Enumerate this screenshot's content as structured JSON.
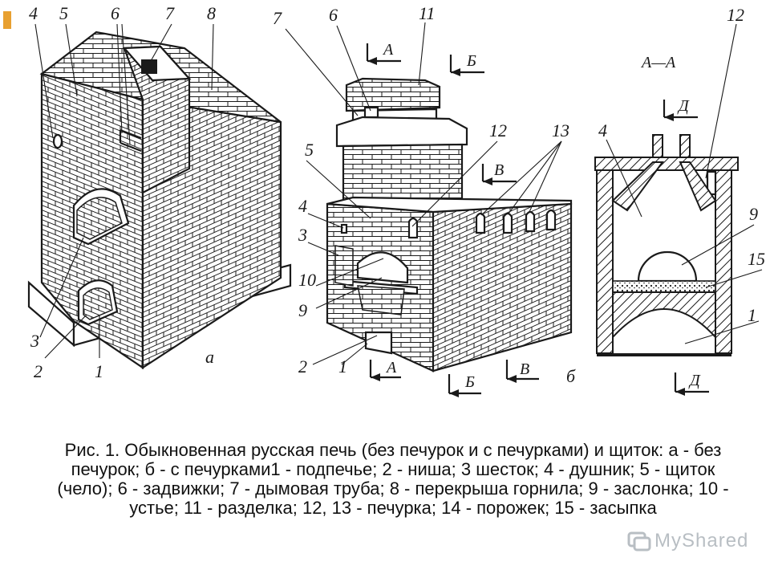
{
  "figure": {
    "caption": "Рис. 1. Обыкновенная русская печь (без печурок и с печурками) и щиток: а - без печурок; б - с печурками1 - подпечье; 2 - ниша; 3 шесток; 4 - душник; 5 - щиток (чело); 6 - задвижки; 7 - дымовая труба; 8 - перекрыша горнила; 9 - заслонка; 10 - устье; 11 - разделка; 12, 13 - печурка; 14 - порожек; 15 - засыпка",
    "panel_a": {
      "label": "а",
      "callouts": [
        "4",
        "5",
        "6",
        "7",
        "8",
        "3",
        "2",
        "1"
      ]
    },
    "panel_b": {
      "label": "б",
      "callouts": [
        "7",
        "6",
        "11",
        "5",
        "12",
        "13",
        "4",
        "3",
        "10",
        "9",
        "2",
        "1"
      ],
      "section_marks": [
        "А",
        "Б",
        "В",
        "А",
        "Б",
        "В"
      ]
    },
    "section_view": {
      "title": "А—А",
      "callouts": [
        "12",
        "4",
        "9",
        "15",
        "1"
      ],
      "section_marks": [
        "Д",
        "Д"
      ]
    }
  },
  "watermark": {
    "text": "MyShared",
    "icon": "watermark-logo-icon"
  },
  "colors": {
    "accent": "#e8a030",
    "ink": "#1a1a1a"
  }
}
